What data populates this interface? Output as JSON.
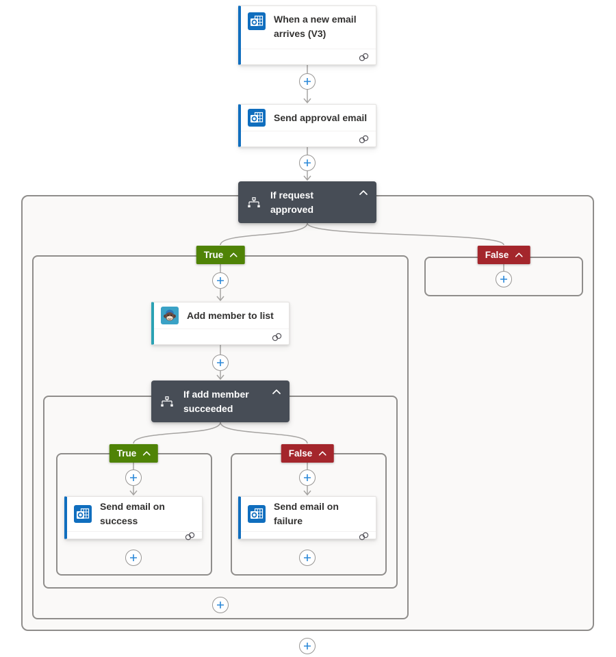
{
  "app": {
    "name": "Flow designer canvas"
  },
  "colors": {
    "canvas_background": "#ffffff",
    "scope_background": "#faf9f8",
    "scope_border": "#8f8d8b",
    "outlook_blue": "#106ebe",
    "mailchimp_teal": "#2ba2b4",
    "condition_header_dark": "#474d56",
    "true_badge_green": "#4f8306",
    "false_badge_red": "#a4262c",
    "connector_gray": "#a6a4a2",
    "plus_blue": "#2b88d8",
    "card_title_text": "#323130"
  },
  "nodes": {
    "trigger": {
      "title": "When a new email arrives (V3)",
      "icon": "outlook-icon"
    },
    "send_approval": {
      "title": "Send approval email",
      "icon": "outlook-icon"
    },
    "condition_request": {
      "title": "If request approved",
      "icon": "condition-icon"
    },
    "add_member": {
      "title": "Add member to list",
      "icon": "mailchimp-icon"
    },
    "condition_add_member": {
      "title": "If add member succeeded",
      "icon": "condition-icon"
    },
    "send_success": {
      "title": "Send email on success",
      "icon": "outlook-icon"
    },
    "send_failure": {
      "title": "Send email on failure",
      "icon": "outlook-icon"
    }
  },
  "branches": {
    "outer_true": {
      "label": "True"
    },
    "outer_false": {
      "label": "False"
    },
    "inner_true": {
      "label": "True"
    },
    "inner_false": {
      "label": "False"
    }
  },
  "icons": {
    "plus": "+",
    "chevron_up": "∧",
    "connection_link": "overlapping-rings",
    "outlook": "blue-envelope-grid",
    "mailchimp": "monkey-face",
    "condition": "branch-fork"
  }
}
